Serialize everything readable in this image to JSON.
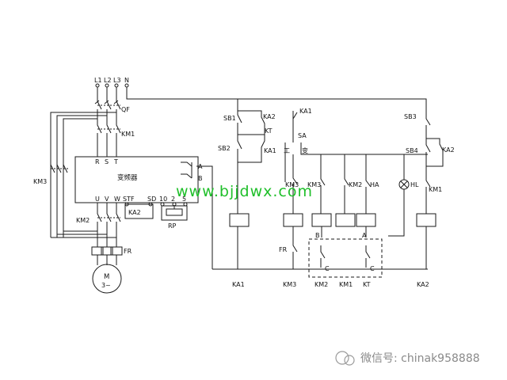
{
  "diagram": {
    "supply_labels": [
      "L1",
      "L2",
      "L3",
      "N"
    ],
    "breaker_label": "QF",
    "contactor_km1": "KM1",
    "contactor_km2": "KM2",
    "contactor_km3": "KM3",
    "overload_label": "FR",
    "motor_label": "M",
    "motor_sub": "3~",
    "inverter": {
      "name": "变频器",
      "inputs": [
        "R",
        "S",
        "T"
      ],
      "outputs": [
        "U",
        "V",
        "W"
      ],
      "terminals": [
        "STF",
        "SD",
        "10",
        "2",
        "5"
      ],
      "relay_terminals": [
        "A",
        "B"
      ]
    },
    "ka2_label": "KA2",
    "rp_label": "RP",
    "control": {
      "sb1": "SB1",
      "sb2": "SB2",
      "sb3": "SB3",
      "sb4": "SB4",
      "ka1": "KA1",
      "ka2": "KA2",
      "kt": "KT",
      "sa": "SA",
      "sa_sym": "工",
      "sa_sym2": "变",
      "km2": "KM2",
      "km3": "KM3",
      "ha": "HA",
      "hl": "HL",
      "km1": "KM1",
      "fr": "FR",
      "b": "B",
      "a": "A",
      "c": "C"
    },
    "coil_labels": [
      "KA1",
      "KM3",
      "KM2",
      "KM1",
      "KT",
      "KA2"
    ]
  },
  "watermark": "www.bjjdwx.com",
  "footer": "微信号: chinak958888"
}
